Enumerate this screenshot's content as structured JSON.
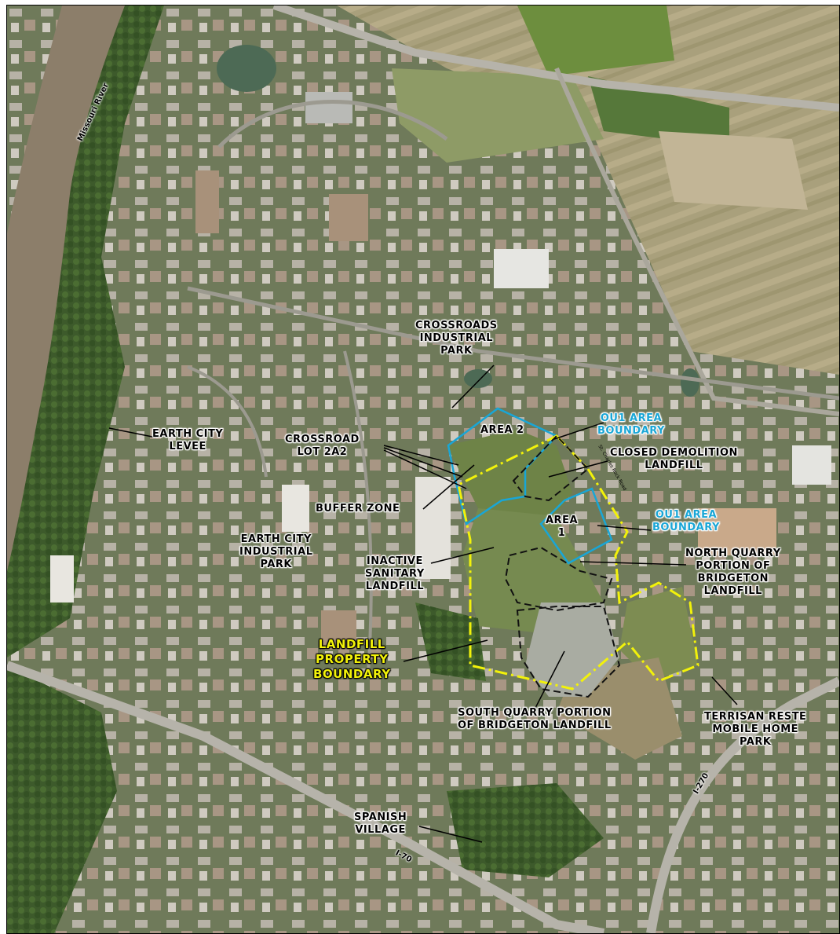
{
  "labels": {
    "missouri_river": "Missouri River",
    "crossroads_industrial_park": [
      "CROSSROADS",
      "INDUSTRIAL",
      "PARK"
    ],
    "earth_city_levee": [
      "EARTH CITY",
      "LEVEE"
    ],
    "crossroad_lot": [
      "CROSSROAD",
      "LOT 2A2"
    ],
    "area_2": "AREA 2",
    "ou1_boundary_top": [
      "OU1 AREA",
      "BOUNDARY"
    ],
    "closed_demolition_landfill": [
      "CLOSED DEMOLITION",
      "LANDFILL"
    ],
    "buffer_zone": "BUFFER ZONE",
    "area_1": [
      "AREA",
      "1"
    ],
    "ou1_boundary_right": [
      "OU1 AREA",
      "BOUNDARY"
    ],
    "earth_city_industrial_park": [
      "EARTH CITY",
      "INDUSTRIAL",
      "PARK"
    ],
    "inactive_sanitary_landfill": [
      "INACTIVE",
      "SANITARY",
      "LANDFILL"
    ],
    "north_quarry": [
      "NORTH QUARRY",
      "PORTION OF",
      "BRIDGETON",
      "LANDFILL"
    ],
    "landfill_property_boundary": [
      "LANDFILL",
      "PROPERTY",
      "BOUNDARY"
    ],
    "south_quarry": [
      "SOUTH QUARRY PORTION",
      "OF BRIDGETON LANDFILL"
    ],
    "terrisan_reste": [
      "TERRISAN RESTE",
      "MOBILE HOME",
      "PARK"
    ],
    "spanish_village": [
      "SPANISH",
      "VILLAGE"
    ],
    "i270": "I-270",
    "i70": "I-70",
    "st_charles_rock_road": "St. Charles Rock Road"
  },
  "colors": {
    "ou1_boundary": "#19a6d6",
    "property_boundary": "#f2f20a",
    "landfill_dash": "#111111",
    "river": "#8c7e6a"
  }
}
